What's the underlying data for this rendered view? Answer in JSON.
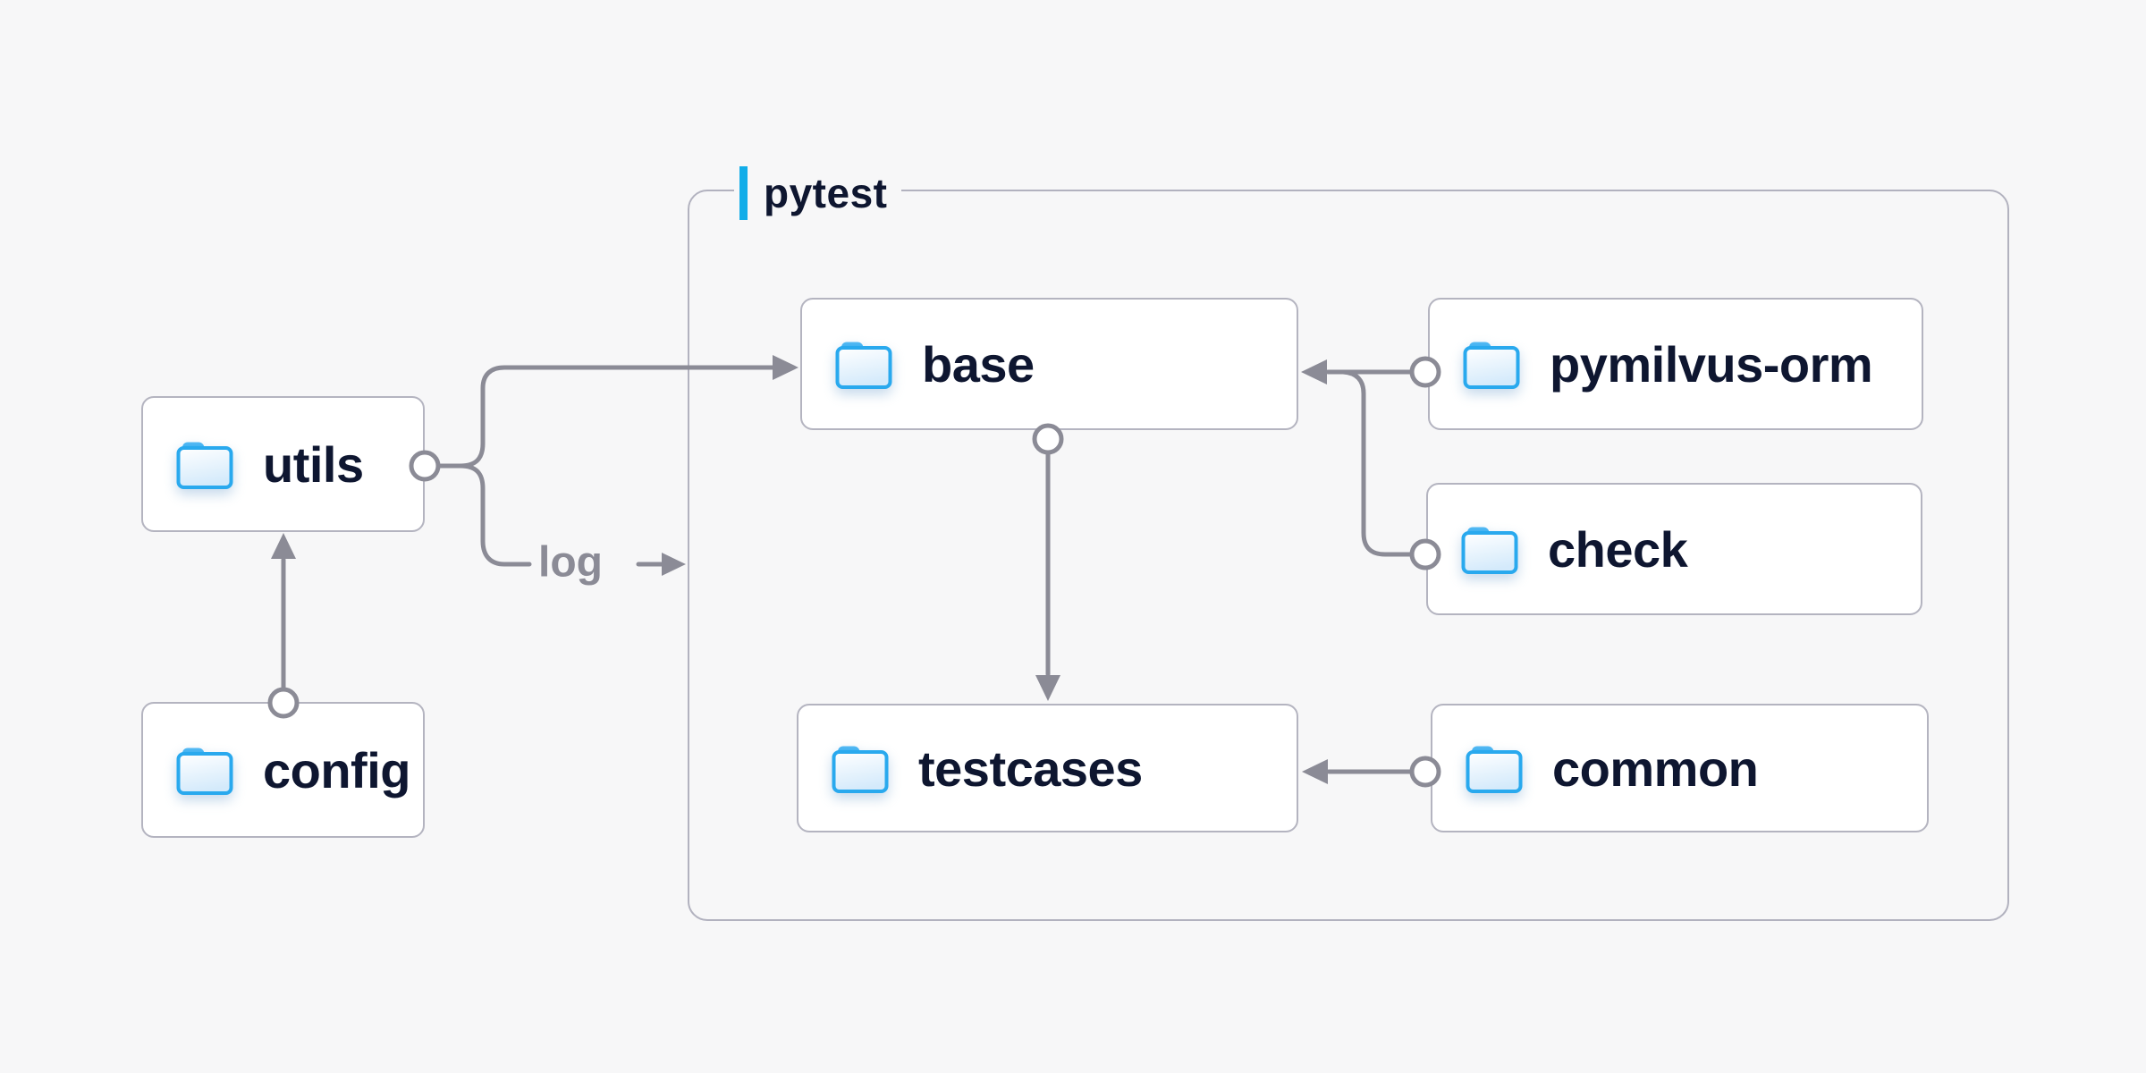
{
  "diagram": {
    "group": {
      "label": "pytest"
    },
    "nodes": {
      "utils": {
        "label": "utils"
      },
      "config": {
        "label": "config"
      },
      "base": {
        "label": "base"
      },
      "pymilvus_orm": {
        "label": "pymilvus-orm"
      },
      "check": {
        "label": "check"
      },
      "testcases": {
        "label": "testcases"
      },
      "common": {
        "label": "common"
      }
    },
    "edges": {
      "log_label": "log",
      "list": [
        {
          "from": "config",
          "to": "utils"
        },
        {
          "from": "utils",
          "to": "base"
        },
        {
          "from": "utils",
          "to": "pytest-group",
          "label": "log"
        },
        {
          "from": "pymilvus-orm",
          "to": "base"
        },
        {
          "from": "check",
          "to": "base"
        },
        {
          "from": "base",
          "to": "testcases"
        },
        {
          "from": "common",
          "to": "testcases"
        }
      ]
    },
    "colors": {
      "background": "#f7f7f8",
      "node_fill": "#ffffff",
      "node_border": "#b4b4c0",
      "group_border": "#b2b2bf",
      "connector": "#8b8b96",
      "text": "#0e1630",
      "muted_text": "#8b8b96",
      "accent_blue": "#12ade9",
      "folder_blue": "#29a9ee"
    }
  }
}
